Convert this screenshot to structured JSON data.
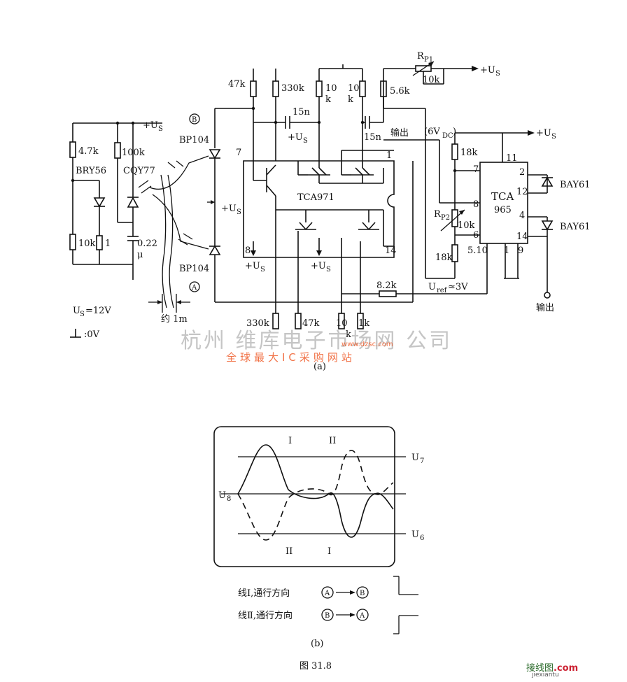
{
  "circuit": {
    "supply_us": "+U",
    "sub_s": "S",
    "us_value": "U",
    "us_value_tail": "=12V",
    "ground_label": ":0V",
    "r_47k_top": "47k",
    "r_330k_top": "330k",
    "r_10k_a": "10",
    "r_10k_a2": "k",
    "r_10k_b": "10",
    "r_10k_b2": "k",
    "r_56k": "5.6k",
    "rp1": "R",
    "rp1_sub": "P1",
    "rp1_val": "10k",
    "cap_15n_a": "15n",
    "cap_15n_b": "15n",
    "output_mid": "输出",
    "six_vdc": "(6V",
    "six_vdc_sub": "DC",
    "six_vdc_tail": ")",
    "r_18k_top": "18k",
    "pin_11": "11",
    "pin_7r": "7",
    "pin_2": "2",
    "pin_12": "12",
    "pin_8r": "8",
    "pin_4": "4",
    "pin_6": "6",
    "pin_14r": "14",
    "pin_5_10": "5.10",
    "pin_1r": "1",
    "pin_9": "9",
    "tca965_a": "TCA",
    "tca965_b": "965",
    "bay61_a": "BAY61",
    "bay61_b": "BAY61",
    "rp2": "R",
    "rp2_sub": "P2",
    "rp2_val": "10k",
    "r_18k_bot": "18k",
    "uref": "U",
    "uref_sub": "ref",
    "uref_tail": "≈3V",
    "r_82k": "8.2k",
    "output_right": "输出",
    "tca971": "TCA971",
    "pin_7l": "7",
    "pin_8l": "8",
    "pin_1l": "1",
    "pin_14l": "14",
    "r_47k_left": "4.7k",
    "r_100k": "100k",
    "bry56": "BRY56",
    "cqy77": "CQY77",
    "r_10k_left": "10k",
    "pot_1": "1",
    "cap_022": "0.22",
    "cap_mu": "μ",
    "bp104_a": "BP104",
    "bp104_b": "BP104",
    "label_B": "B",
    "label_A": "A",
    "distance": "约 1m",
    "r_330k_bot": "330k",
    "r_47k_bot": "47k",
    "r_10_bot": "10",
    "r_10_bot_k": "k",
    "r_1k_bot": "1k",
    "caption_a": "(a)"
  },
  "scope": {
    "label_I_top": "I",
    "label_II_top": "II",
    "label_II_bot": "II",
    "label_I_bot": "I",
    "u7": "U",
    "u7_sub": "7",
    "u8": "U",
    "u8_sub": "8",
    "u6": "U",
    "u6_sub": "6"
  },
  "legend": {
    "line1": "线Ⅰ,通行方向",
    "line2": "线Ⅱ,通行方向",
    "circle_A": "A",
    "circle_B": "B",
    "caption_b": "(b)",
    "figure_title": "图 31.8"
  },
  "watermark": {
    "main": "杭州 维库电子市场网 公司",
    "sub": "全球最大IC采购网站",
    "url": "www.dzsc.com"
  },
  "corner": {
    "brand": "接线图",
    "dotcom": ".com",
    "site": "jiexiantu"
  }
}
